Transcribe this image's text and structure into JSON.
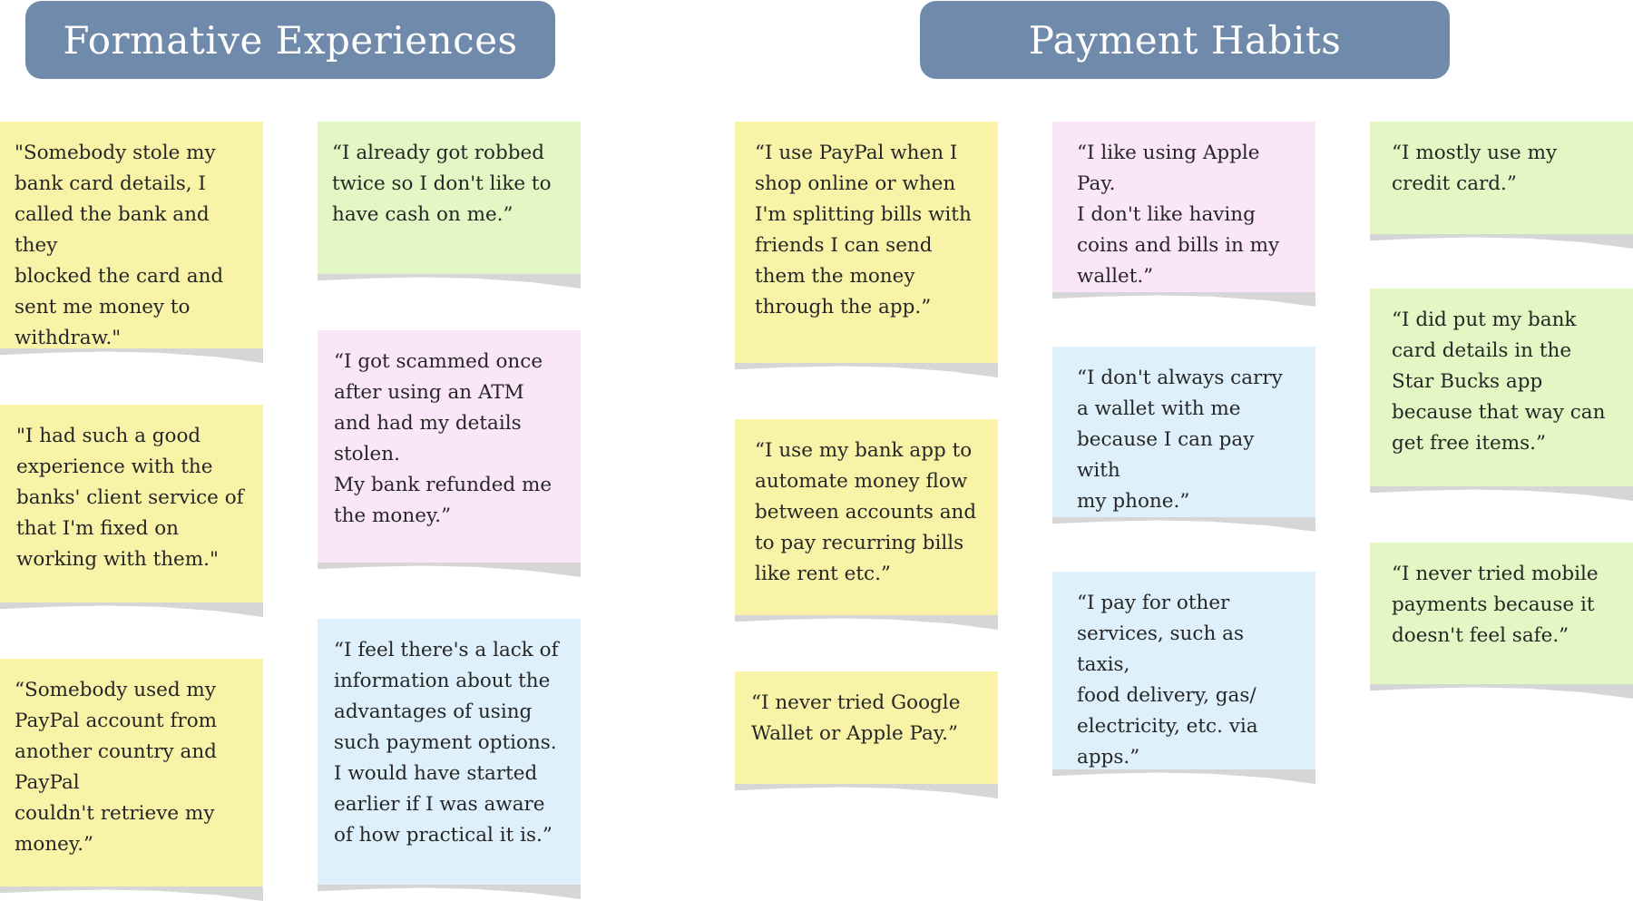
{
  "headers": {
    "formative": "Formative Experiences",
    "payment": "Payment Habits"
  },
  "formative_notes": [
    "\"Somebody stole my\nbank card details, I\ncalled the bank and they\nblocked the card and\nsent me money to\nwithdraw.\"",
    "\"I had such a good\nexperience with the\nbanks' client service of\nthat I'm fixed on\nworking with them.\"",
    "“Somebody used my\nPayPal account from\nanother country and\nPayPal\ncouldn't retrieve my\nmoney.”",
    "“I already got robbed\ntwice so I don't like to\nhave cash on me.”",
    "“I got scammed once\nafter using an ATM\nand had my details\nstolen.\nMy bank refunded me\nthe money.”",
    "“I feel there's a lack of\ninformation about the\nadvantages of using\nsuch payment options.\nI would have started\nearlier if I was aware\nof how practical it is.”"
  ],
  "payment_notes": [
    "“I use PayPal when I\nshop online or when\nI'm splitting bills with\nfriends I can send\nthem the money\nthrough the app.”",
    "“I use my bank app to\nautomate money flow\nbetween accounts and\nto pay recurring bills\nlike rent etc.”",
    "“I never tried Google\nWallet or Apple Pay.”",
    "“I like using Apple Pay.\nI don't like having\ncoins and bills in my\nwallet.”",
    "“I don't always carry\na wallet with me\nbecause I can pay with\nmy phone.”",
    "“I pay for other\nservices, such as taxis,\nfood delivery, gas/\nelectricity, etc. via\napps.”",
    "“I mostly use my\ncredit card.”",
    "“I did put my bank\ncard details in the\nStar Bucks app\nbecause that way can\nget free items.”",
    "“I never tried mobile\npayments because it\ndoesn't feel safe.”"
  ],
  "colors": {
    "header": "#6f8aaa",
    "yellow": "#f9f3a8",
    "green": "#e2f7c4",
    "pink": "#fbe6f9",
    "blue": "#def0fb",
    "shadow": "#d6d6d6"
  }
}
